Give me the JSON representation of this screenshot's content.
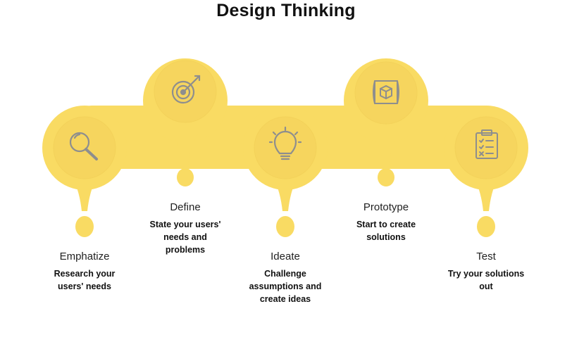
{
  "title": "Design Thinking",
  "colors": {
    "blob": "#F9DB63",
    "inner": "#F6D55E",
    "icon": "#8E8E8E",
    "text": "#111111"
  },
  "stages": [
    {
      "name": "Emphatize",
      "description": "Research your users' needs",
      "icon": "magnifier-icon"
    },
    {
      "name": "Define",
      "description": "State your users' needs and problems",
      "icon": "target-icon"
    },
    {
      "name": "Ideate",
      "description": "Challenge assumptions and create ideas",
      "icon": "lightbulb-icon"
    },
    {
      "name": "Prototype",
      "description": "Start to create solutions",
      "icon": "blueprint-icon"
    },
    {
      "name": "Test",
      "description": "Try your solutions out",
      "icon": "clipboard-icon"
    }
  ]
}
